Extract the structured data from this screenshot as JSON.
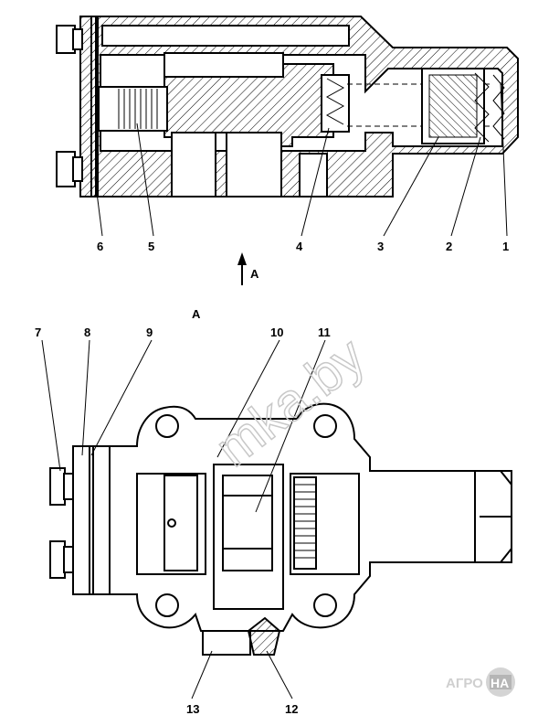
{
  "view_label": "A",
  "arrow_label": "A",
  "callouts_top": [
    "6",
    "5",
    "4",
    "3",
    "2",
    "1"
  ],
  "callouts_bottom": [
    "7",
    "8",
    "9",
    "10",
    "11",
    "13",
    "12"
  ],
  "watermark": "mka.by",
  "logo": {
    "left": "АГРО",
    "right": "НА"
  }
}
